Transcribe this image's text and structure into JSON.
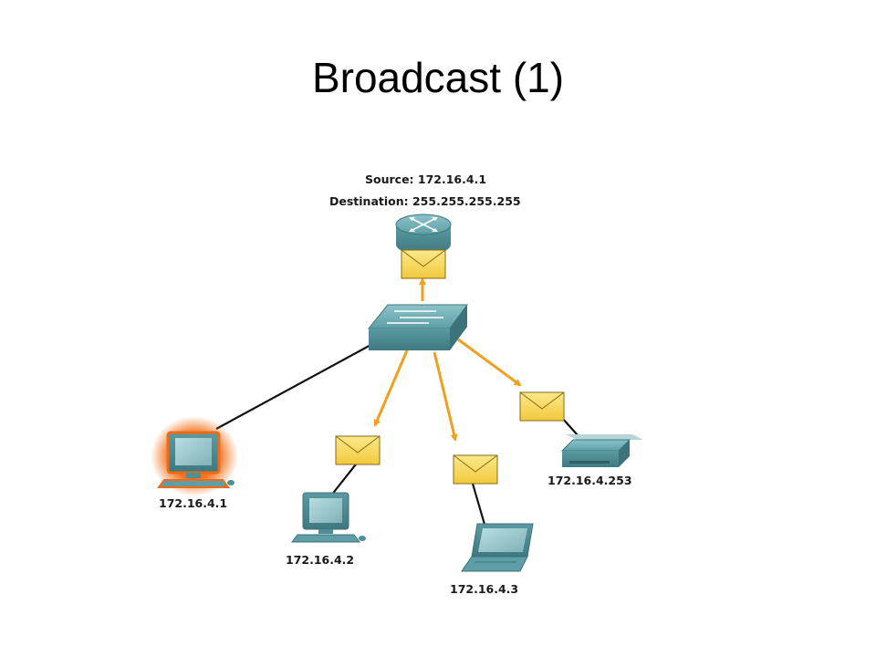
{
  "slide": {
    "title": "Broadcast (1)"
  },
  "packet": {
    "source": "Source: 172.16.4.1",
    "destination": "Destination: 255.255.255.255"
  },
  "hosts": {
    "sender": "172.16.4.1",
    "pc2": "172.16.4.2",
    "laptop3": "172.16.4.3",
    "printer": "172.16.4.253"
  },
  "colors": {
    "device_teal": "#4e8f97",
    "arrow_orange": "#f0a020",
    "envelope_yellow": "#f6d75a",
    "highlight_orange": "#f26a10",
    "link_black": "#111111"
  }
}
